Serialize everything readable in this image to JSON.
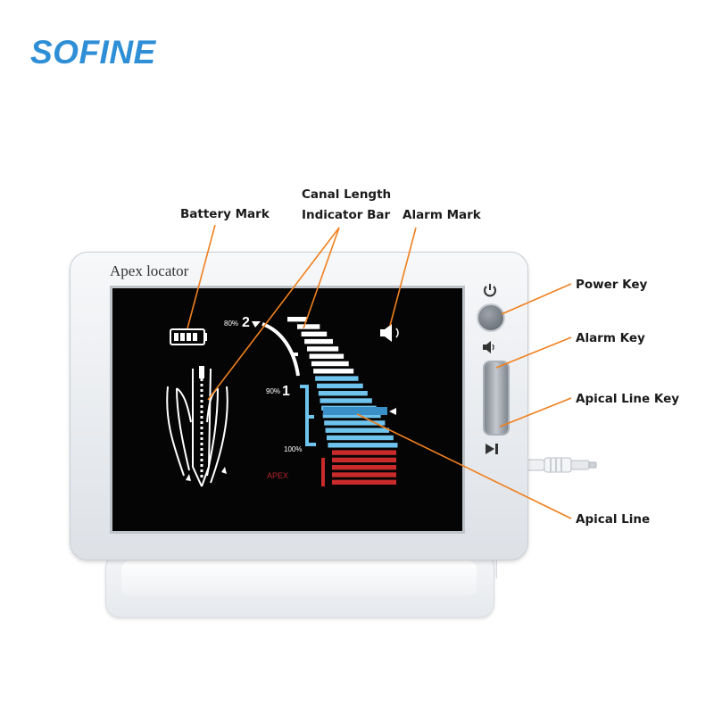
{
  "brand": "SOFINE",
  "device": {
    "title": "Apex locator",
    "screen": {
      "scale_top": "80%",
      "scale_top_number": "2",
      "scale_mid": "90%",
      "scale_mid_number": "1",
      "scale_bottom": "100%",
      "apex_label": "APEX"
    }
  },
  "callouts": {
    "battery_mark": "Battery Mark",
    "canal_length_line1": "Canal Length",
    "canal_length_line2": "Indicator Bar",
    "alarm_mark": "Alarm Mark",
    "power_key": "Power Key",
    "alarm_key": "Alarm Key",
    "apical_line_key": "Apical Line Key",
    "apical_line": "Apical Line"
  },
  "icons": {
    "power": "power-icon",
    "speaker": "speaker-icon",
    "play_next": "play-next-icon",
    "battery": "battery-icon"
  },
  "colors": {
    "brand": "#2f8fd6",
    "callout_line": "#f0801e",
    "bar_white": "#ffffff",
    "bar_blue": "#6fc4ee",
    "bar_red": "#c92a2a"
  }
}
